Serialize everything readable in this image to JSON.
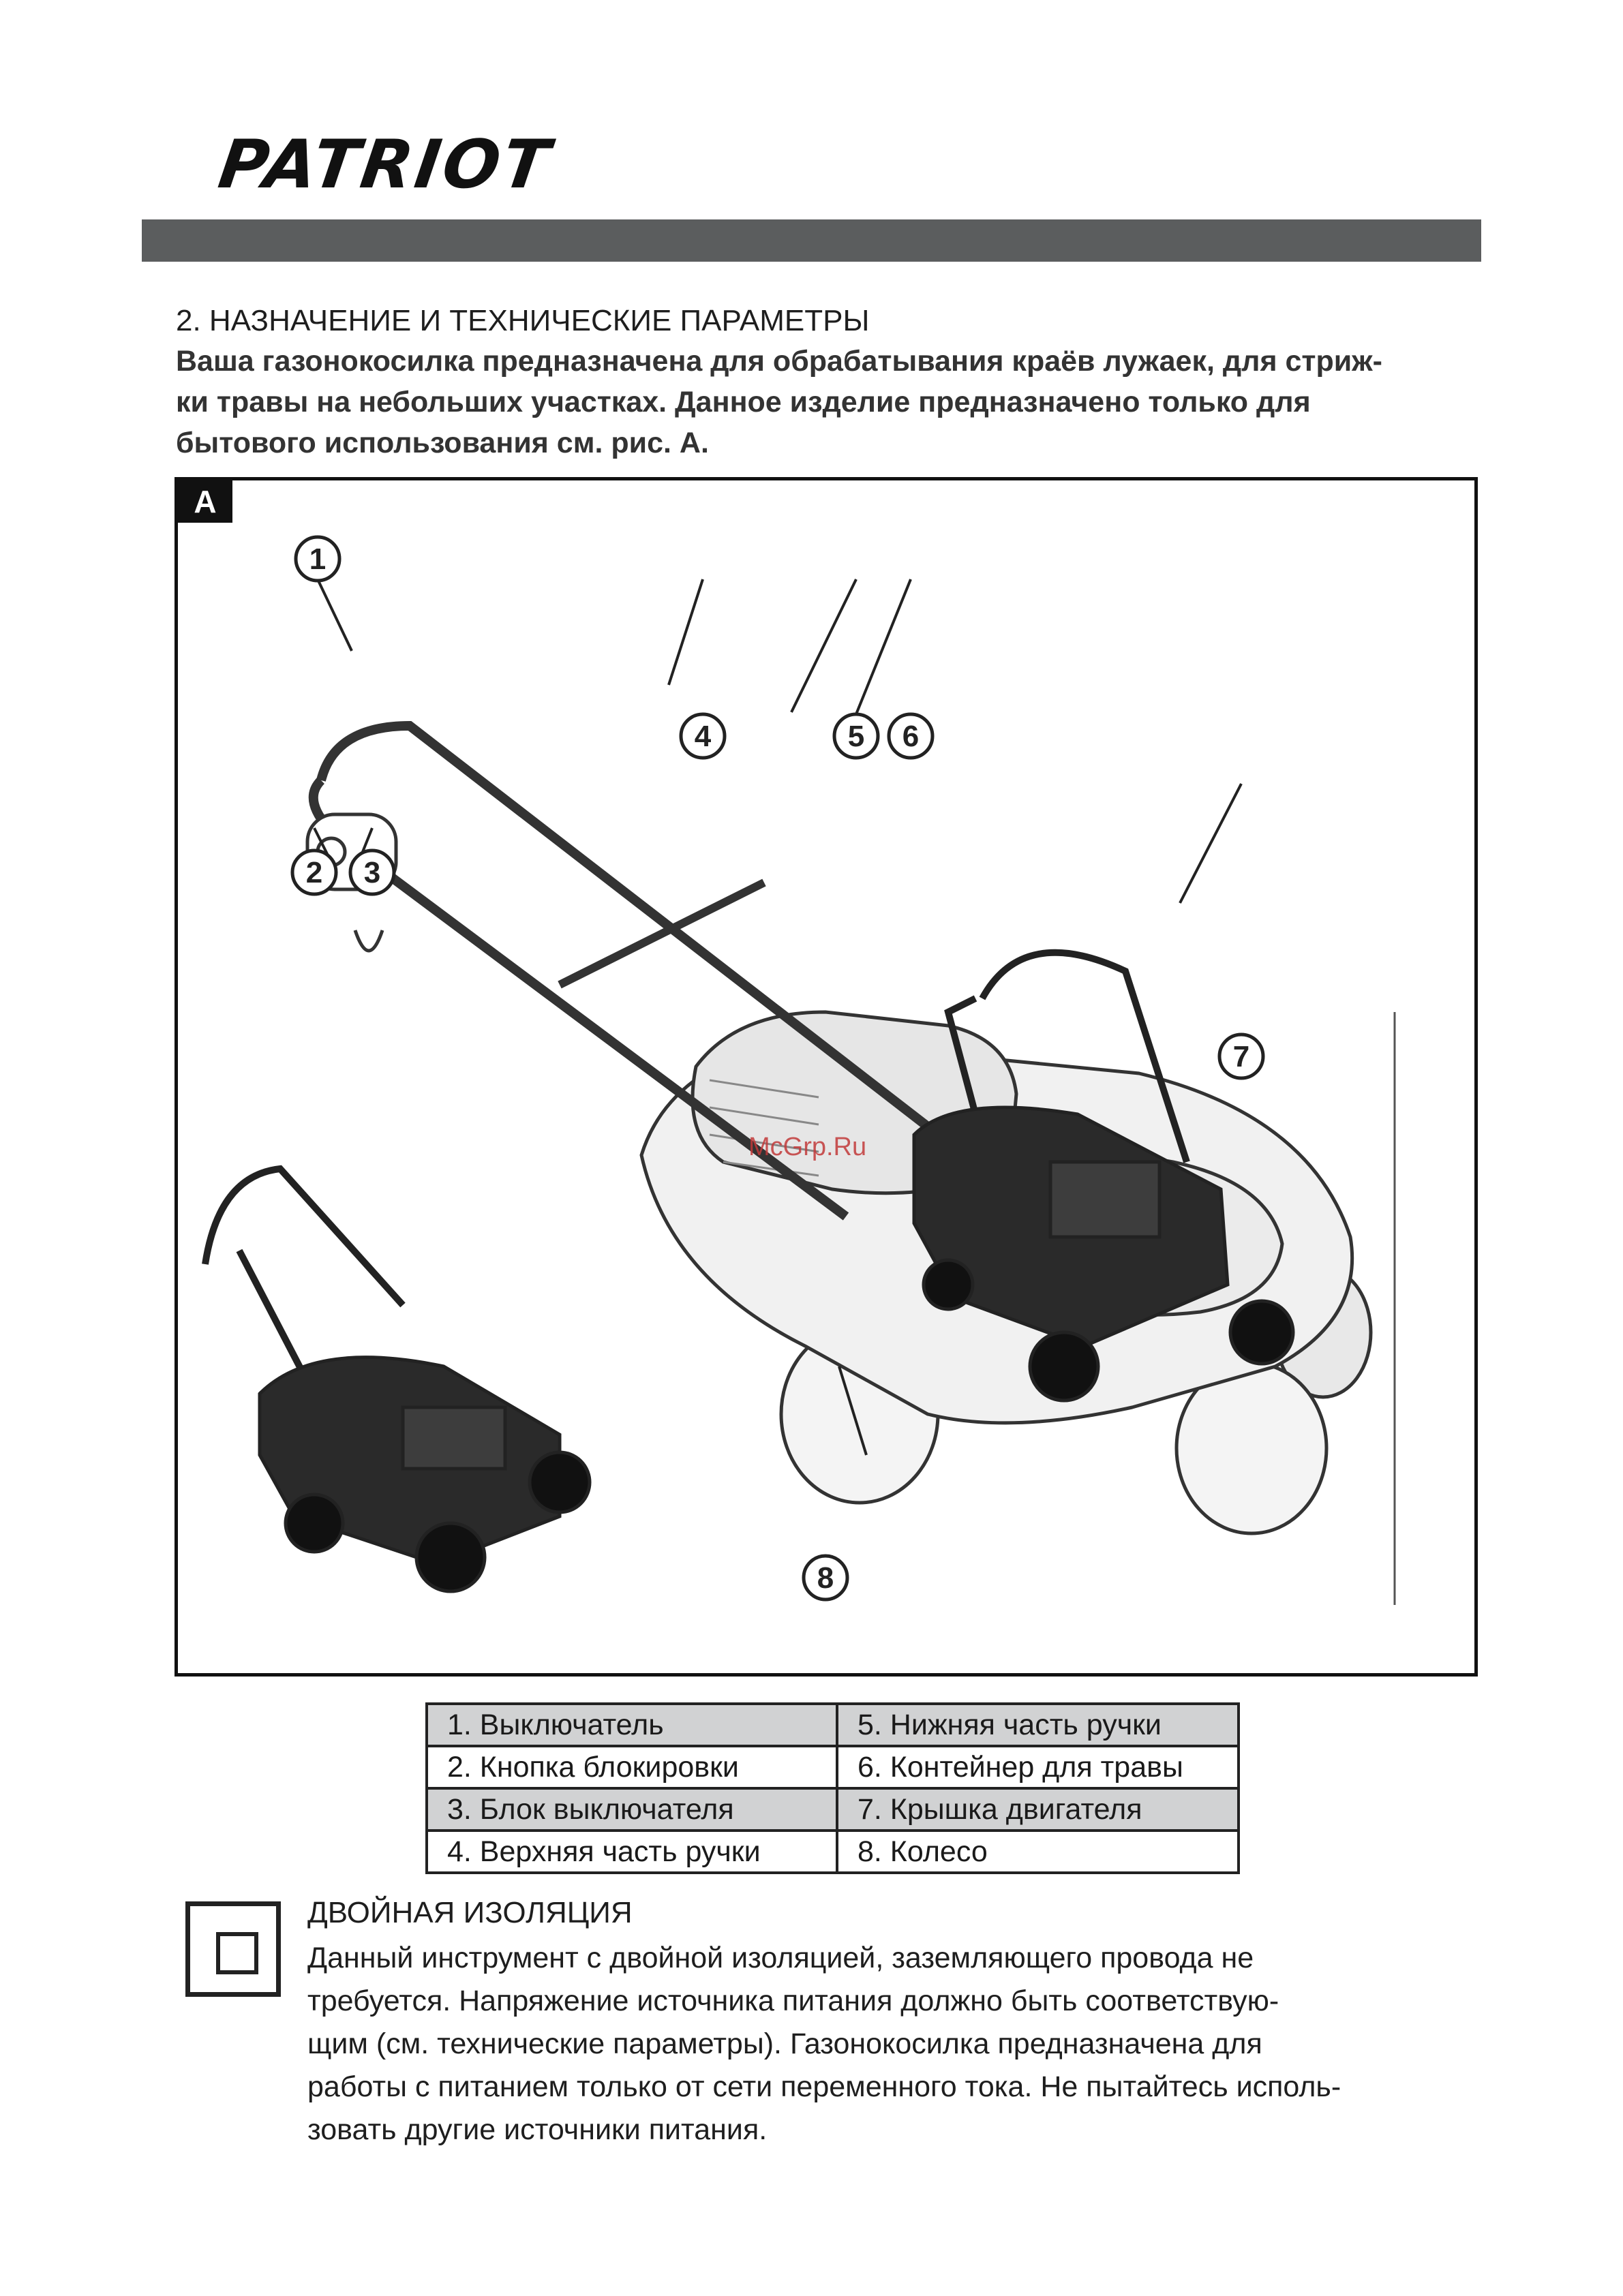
{
  "header": {
    "logo": "PATRIOT"
  },
  "section": {
    "title": "2. НАЗНАЧЕНИЕ И ТЕХНИЧЕСКИЕ ПАРАМЕТРЫ",
    "intro_lines": [
      "Ваша газонокосилка предназначена для обрабатывания краёв лужаек, для стриж-",
      "ки травы на небольших  участках. Данное изделие предназначено только для",
      "бытового использования см. рис. А."
    ]
  },
  "figure": {
    "tag": "A",
    "callouts": [
      "1",
      "2",
      "3",
      "4",
      "5",
      "6",
      "7",
      "8"
    ],
    "watermark": "McGrp.Ru"
  },
  "legend": {
    "rows": [
      [
        "1. Выключатель",
        "5. Нижняя часть ручки"
      ],
      [
        "2. Кнопка блокировки",
        "6. Контейнер для травы"
      ],
      [
        "3. Блок выключателя",
        "7. Крышка двигателя"
      ],
      [
        "4. Верхняя часть ручки",
        "8. Колесо"
      ]
    ]
  },
  "insulation": {
    "title": "ДВОЙНАЯ ИЗОЛЯЦИЯ",
    "lines": [
      "Данный  инструмент  с  двойной  изоляцией,  заземляющего провода не",
      "требуется. Напряжение  источника  питания  должно  быть  соответствую-",
      "щим (см. технические параметры). Газонокосилка предназначена для",
      "работы с питанием только от сети переменного тока. Не пытайтесь исполь-",
      "зовать другие источники питания."
    ]
  }
}
